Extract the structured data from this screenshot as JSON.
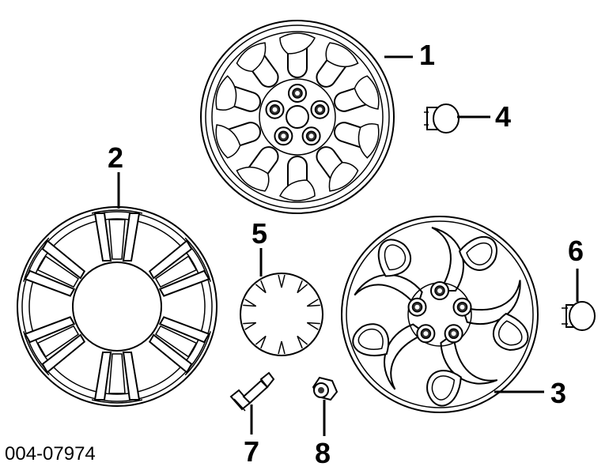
{
  "callouts": {
    "c1": "1",
    "c2": "2",
    "c3": "3",
    "c4": "4",
    "c5": "5",
    "c6": "6",
    "c7": "7",
    "c8": "8"
  },
  "diagram_code": "004-07974"
}
